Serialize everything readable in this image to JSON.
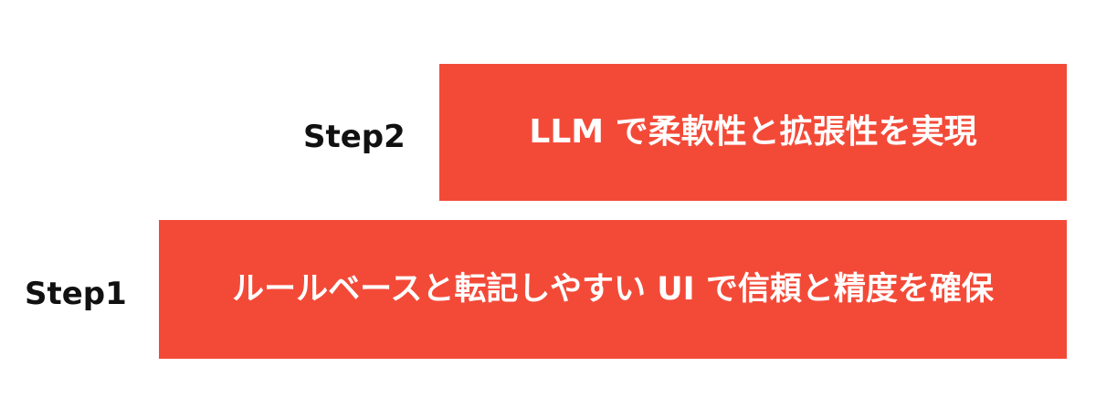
{
  "colors": {
    "box_fill": "#f34a38",
    "box_text": "#ffffff",
    "label_text": "#111111",
    "background": "#ffffff"
  },
  "steps": [
    {
      "label": "Step2",
      "description": "LLM で柔軟性と拡張性を実現"
    },
    {
      "label": "Step1",
      "description": "ルールベースと転記しやすい UI で信頼と精度を確保"
    }
  ]
}
